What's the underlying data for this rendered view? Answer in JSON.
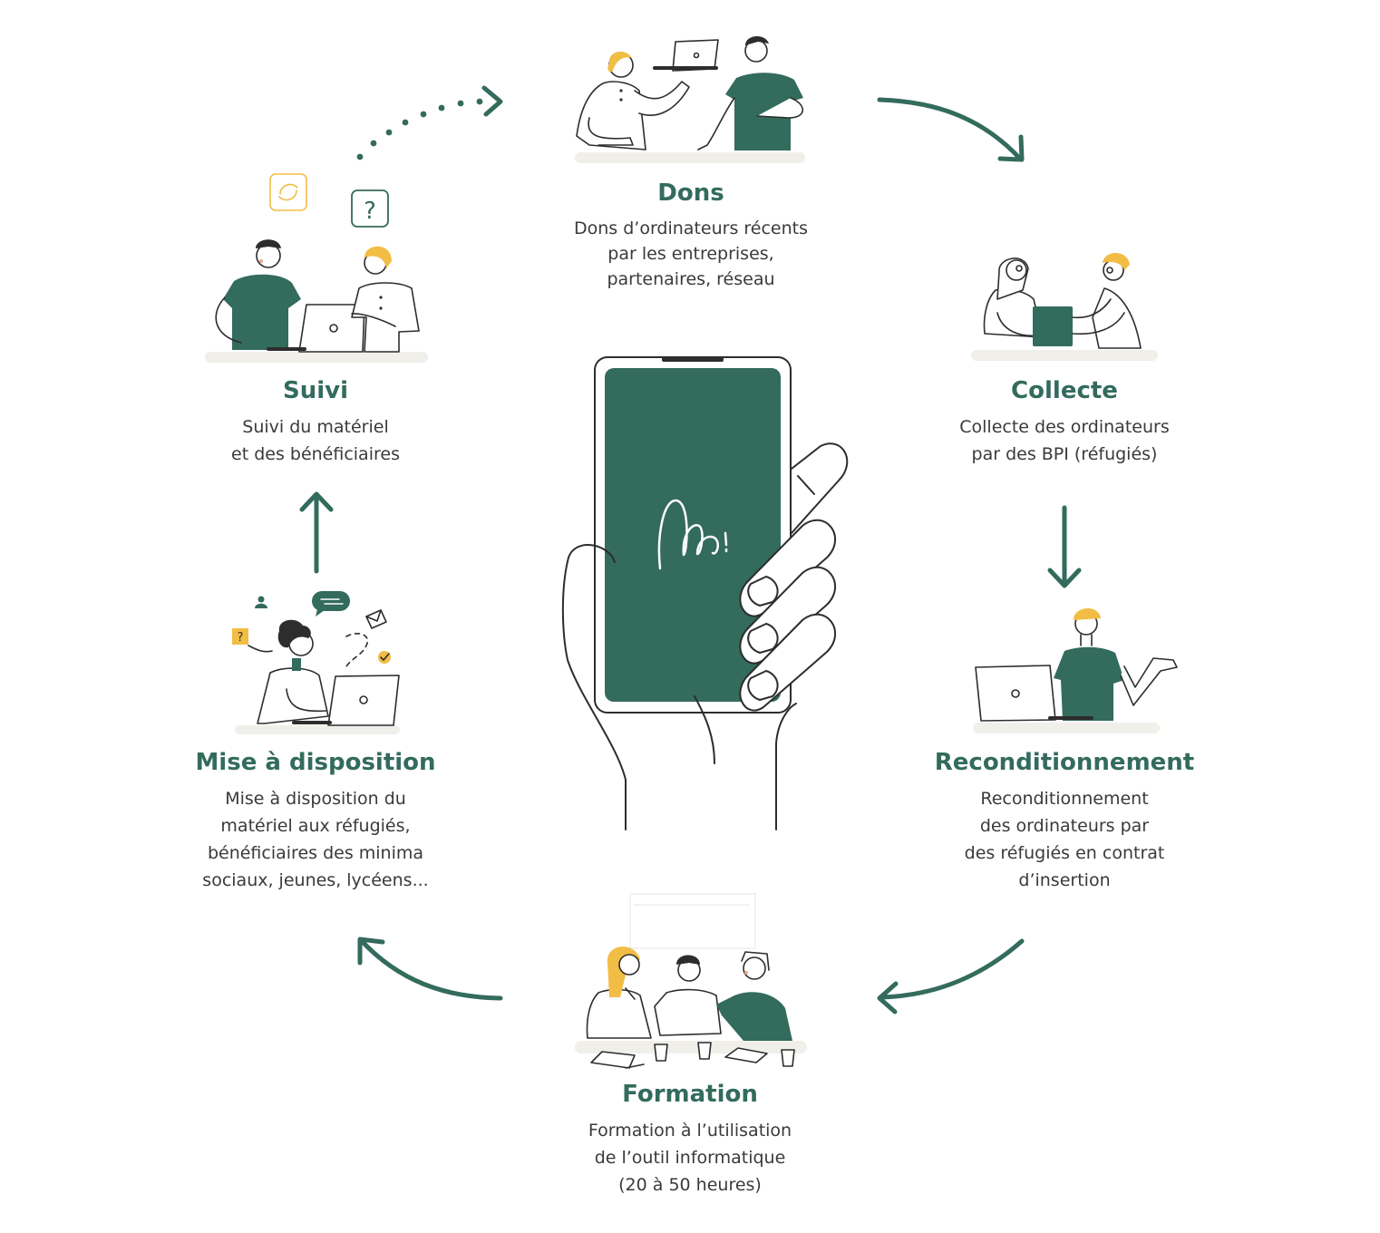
{
  "colors": {
    "primary_green": "#336b5c",
    "accent_yellow": "#f2bd44",
    "ink": "#2d2d2d",
    "text": "#3a3a3a",
    "floor": "#f0efea",
    "background": "#ffffff"
  },
  "center_logo": "m!",
  "steps": {
    "dons": {
      "title": "Dons",
      "lines": [
        "Dons d’ordinateurs récents",
        "par les entreprises,",
        "partenaires, réseau"
      ]
    },
    "collecte": {
      "title": "Collecte",
      "lines": [
        "Collecte des ordinateurs",
        "par des BPI (réfugiés)"
      ]
    },
    "reconditionnement": {
      "title": "Reconditionnement",
      "lines": [
        "Reconditionnement",
        "des ordinateurs par",
        "des réfugiés en contrat",
        "d’insertion"
      ]
    },
    "formation": {
      "title": "Formation",
      "lines": [
        "Formation à l’utilisation",
        "de l’outil informatique",
        "(20 à 50 heures)"
      ]
    },
    "mise_a_disposition": {
      "title": "Mise à disposition",
      "lines": [
        "Mise à disposition du",
        "matériel aux réfugiés,",
        "bénéficiaires des minima",
        "sociaux, jeunes, lycéens..."
      ]
    },
    "suivi": {
      "title": "Suivi",
      "lines": [
        "Suivi du matériel",
        "et des bénéficiaires"
      ]
    }
  },
  "icons": {
    "suivi_top_left": "refresh-icon",
    "suivi_top_right": "question-mark-icon",
    "mise_left": "question-mark-icon",
    "mise_message": "chat-bubble-icon",
    "mise_mail": "envelope-icon",
    "mise_check": "checkmark-icon",
    "mise_user": "user-icon"
  },
  "icon_glyphs": {
    "question": "?"
  }
}
